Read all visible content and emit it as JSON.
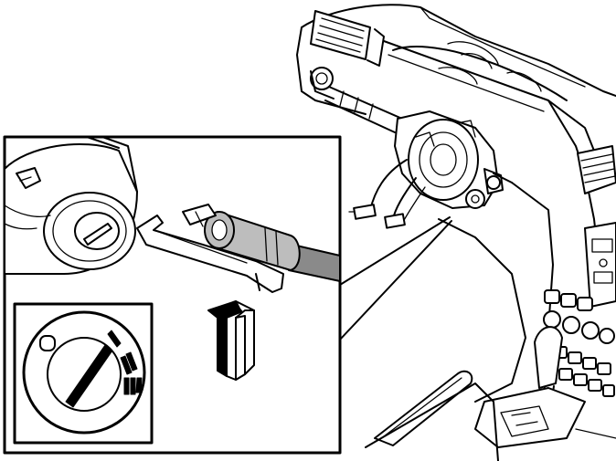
{
  "colors": {
    "ink": "#000000",
    "paper": "#ffffff",
    "tool_shade": "#bdbdbd",
    "tool_shade_dark": "#8a8a8a"
  },
  "icons": [
    "arrow-up-icon",
    "ignition-key-icon"
  ],
  "key_positions": [
    "0",
    "I",
    "II",
    "III"
  ]
}
